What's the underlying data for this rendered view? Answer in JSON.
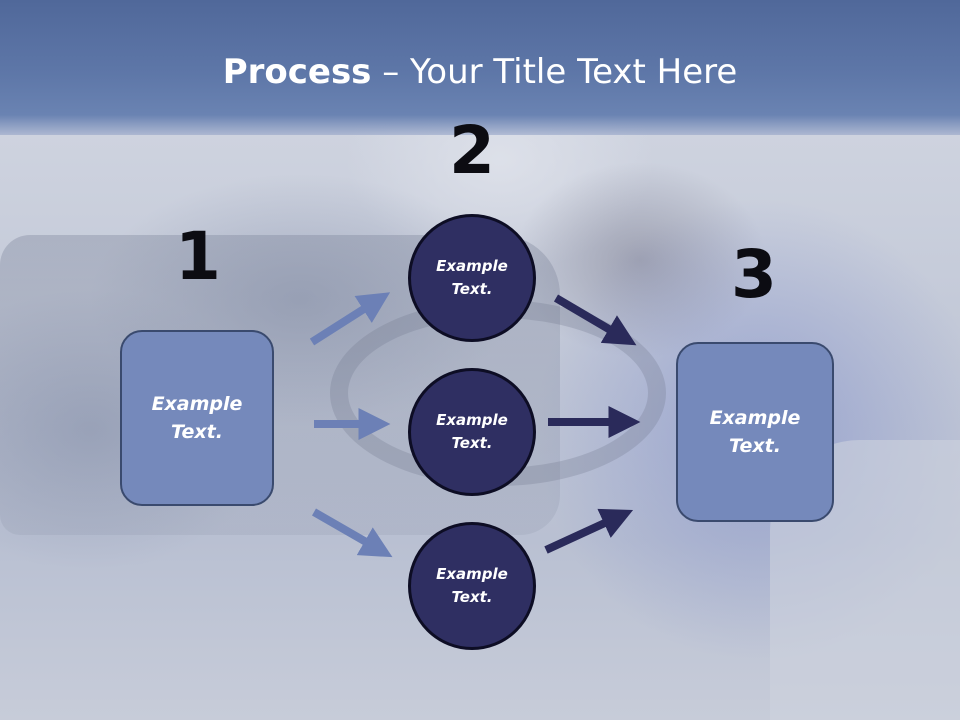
{
  "title": {
    "bold": "Process",
    "rest": " – Your Title Text Here"
  },
  "steps": {
    "one": "1",
    "two": "2",
    "three": "3"
  },
  "left_box": "Example Text.",
  "right_box": "Example Text.",
  "circles": [
    "Example Text.",
    "Example Text.",
    "Example Text."
  ],
  "colors": {
    "banner": "#5e77a8",
    "box_fill": "#7589bb",
    "circle_fill": "#2f2f62",
    "arrow_light": "#6c80b6",
    "arrow_dark": "#2a2a5a"
  }
}
